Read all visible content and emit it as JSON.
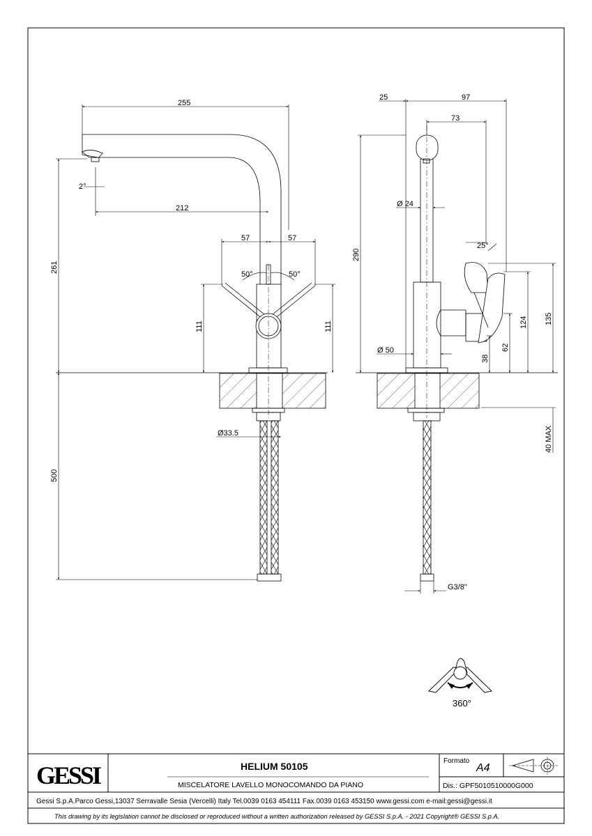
{
  "drawing": {
    "front": {
      "spout_reach": "255",
      "aerator_reach": "212",
      "spout_angle": "2°",
      "lever_left_offset": "57",
      "lever_right_offset": "57",
      "lever_left_angle": "50°",
      "lever_right_angle": "50°",
      "body_height_left": "111",
      "body_height_right": "111",
      "outlet_height": "261",
      "hose_length": "500",
      "hose_diameter": "Ø33.5"
    },
    "side": {
      "offset_back": "25",
      "depth_total": "97",
      "spout_depth": "73",
      "column_diameter": "Ø 24",
      "lever_angle": "25°",
      "total_height": "290",
      "body_diameter": "Ø 50",
      "lever_base_height": "38",
      "lever_mid_height": "62",
      "lever_height": "124",
      "lever_top_height": "135",
      "max_deck_thickness": "40 MAX",
      "connection_thread": "G3/8\""
    },
    "rotation_label": "360°"
  },
  "title_block": {
    "brand": "GESSI",
    "product": "HELIUM 50105",
    "description": "MISCELATORE LAVELLO MONOCOMANDO DA PIANO",
    "format_label": "Formato",
    "format_value": "A4",
    "drawing_number": "Dis.: GPF5010510000G000",
    "address": "Gessi S.p.A.Parco Gessi,13037 Serravalle Sesia (Vercelli) Italy Tel.0039 0163 454111 Fax.0039 0163 453150 www.gessi.com e-mail:gessi@gessi.it",
    "legal": "This drawing by its legislation cannot be disclosed or reproduced without a written authorization released by GESSI S.p.A. - 2021 Copyright® GESSI S.p.A."
  }
}
